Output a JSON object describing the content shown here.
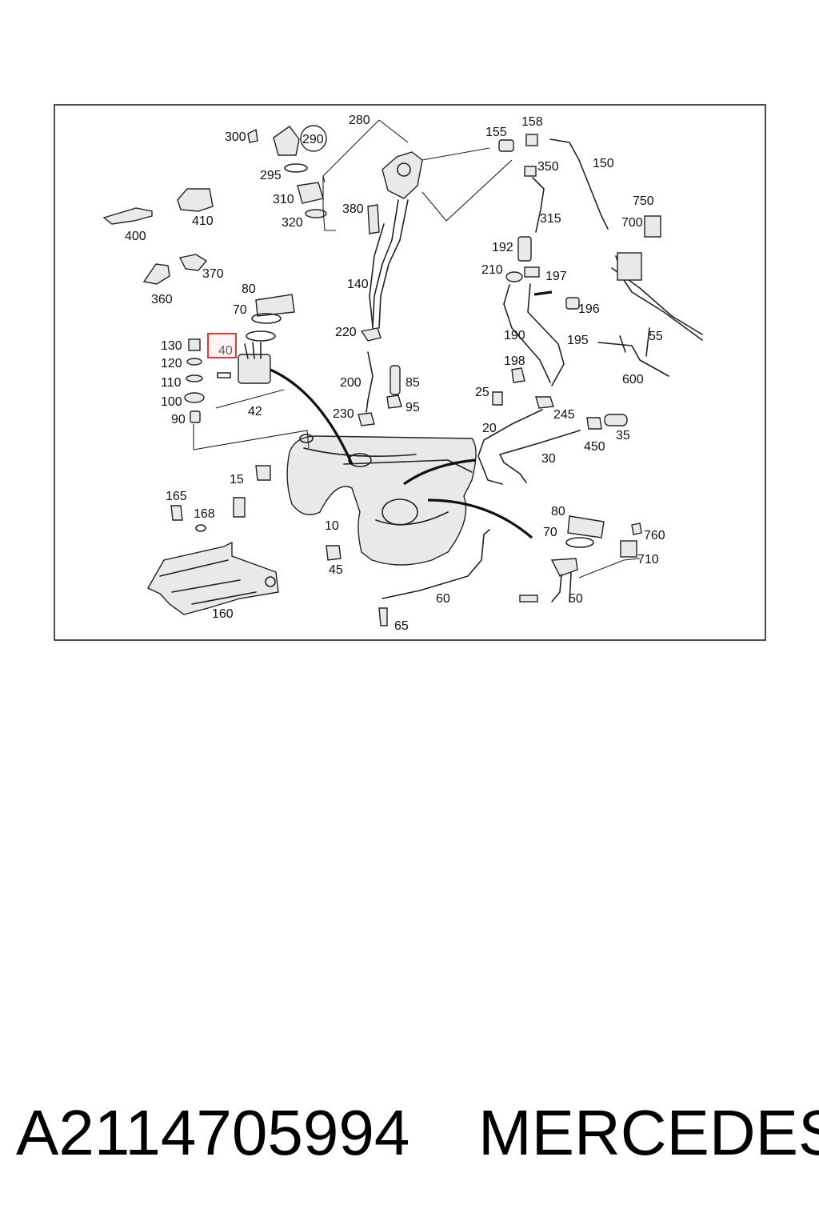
{
  "diagram": {
    "highlight_color": "#e53935",
    "highlighted_label": "40",
    "callouts": {
      "c280": "280",
      "c300": "300",
      "c290": "290",
      "c295": "295",
      "c310": "310",
      "c320": "320",
      "c380": "380",
      "c155": "155",
      "c158": "158",
      "c350": "350",
      "c150": "150",
      "c315": "315",
      "c750": "750",
      "c700": "700",
      "c400": "400",
      "c410": "410",
      "c370": "370",
      "c360": "360",
      "c80a": "80",
      "c70a": "70",
      "c140": "140",
      "c192": "192",
      "c210": "210",
      "c197": "197",
      "c196": "196",
      "c220": "220",
      "c190": "190",
      "c195": "195",
      "c55": "55",
      "c600": "600",
      "c130": "130",
      "c40": "40",
      "c120": "120",
      "c110": "110",
      "c100": "100",
      "c90": "90",
      "c42": "42",
      "c200": "200",
      "c85": "85",
      "c95": "95",
      "c230": "230",
      "c198": "198",
      "c25": "25",
      "c245": "245",
      "c20": "20",
      "c450": "450",
      "c35": "35",
      "c30": "30",
      "c15": "15",
      "c165": "165",
      "c168": "168",
      "c10": "10",
      "c45": "45",
      "c80b": "80",
      "c70b": "70",
      "c760": "760",
      "c710": "710",
      "c160": "160",
      "c60": "60",
      "c50": "50",
      "c65": "65"
    }
  },
  "caption": {
    "part_number": "A2114705994",
    "brand": "MERCEDES"
  }
}
